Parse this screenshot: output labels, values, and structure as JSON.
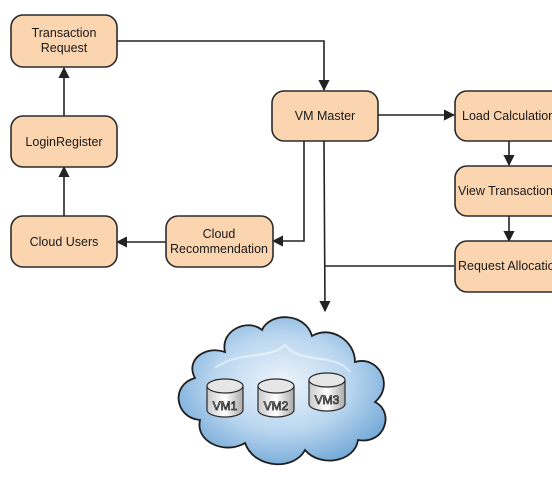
{
  "nodes": {
    "transaction_request": [
      "Transaction",
      "Request"
    ],
    "login_register": [
      "LoginRegister"
    ],
    "cloud_users": [
      "Cloud Users"
    ],
    "cloud_recommendation": [
      "Cloud",
      "Recommendation"
    ],
    "vm_master": [
      "VM Master"
    ],
    "load_calculation": [
      "Load Calculation"
    ],
    "view_transactions": [
      "View Transactions"
    ],
    "request_allocation": [
      "Request Allocation"
    ]
  },
  "cloud": {
    "vms": [
      "VM1",
      "VM2",
      "VM3"
    ]
  },
  "colors": {
    "node_fill": "#fbd5b0",
    "node_stroke": "#2b2b2b",
    "cloud_light": "#dbeaf7",
    "cloud_dark": "#7fb3de"
  }
}
